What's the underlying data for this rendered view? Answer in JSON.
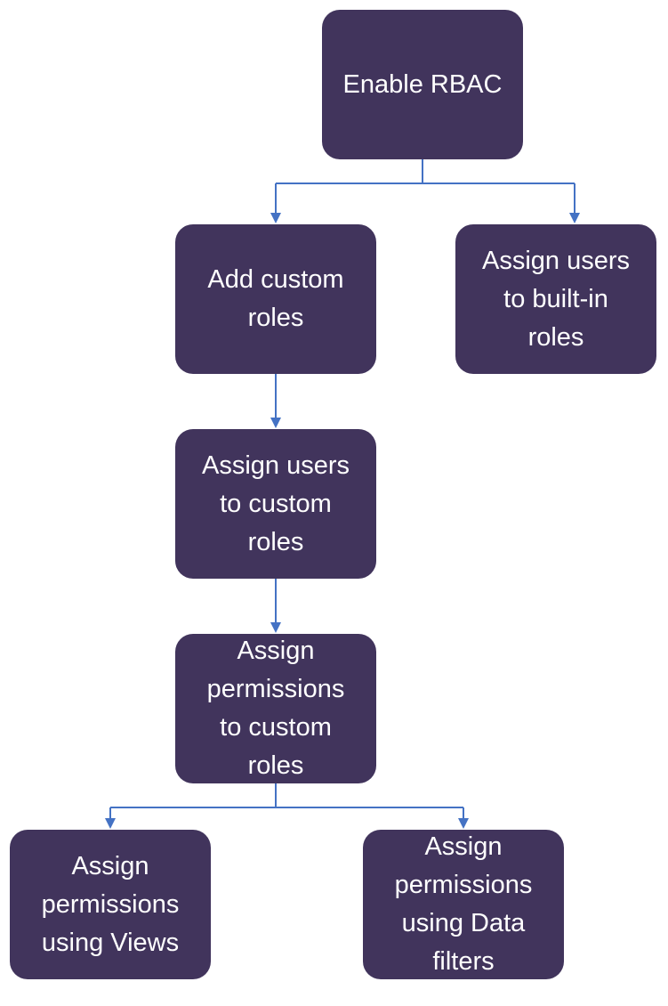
{
  "diagram": {
    "nodes": [
      {
        "id": "enable",
        "label": "Enable RBAC"
      },
      {
        "id": "add",
        "label": "Add custom\nroles"
      },
      {
        "id": "builtin",
        "label": "Assign users\nto built-in\nroles"
      },
      {
        "id": "users_custom",
        "label": "Assign users\nto custom\nroles"
      },
      {
        "id": "perms_custom",
        "label": "Assign\npermissions\nto custom\nroles"
      },
      {
        "id": "views",
        "label": "Assign\npermissions\nusing Views"
      },
      {
        "id": "filters",
        "label": "Assign\npermissions\nusing Data\nfilters"
      }
    ],
    "edges": [
      {
        "from": "enable",
        "to": "add"
      },
      {
        "from": "enable",
        "to": "builtin"
      },
      {
        "from": "add",
        "to": "users_custom"
      },
      {
        "from": "users_custom",
        "to": "perms_custom"
      },
      {
        "from": "perms_custom",
        "to": "views"
      },
      {
        "from": "perms_custom",
        "to": "filters"
      }
    ],
    "colors": {
      "node_fill": "#41345c",
      "node_text": "#ffffff",
      "connector": "#4472c4"
    }
  }
}
